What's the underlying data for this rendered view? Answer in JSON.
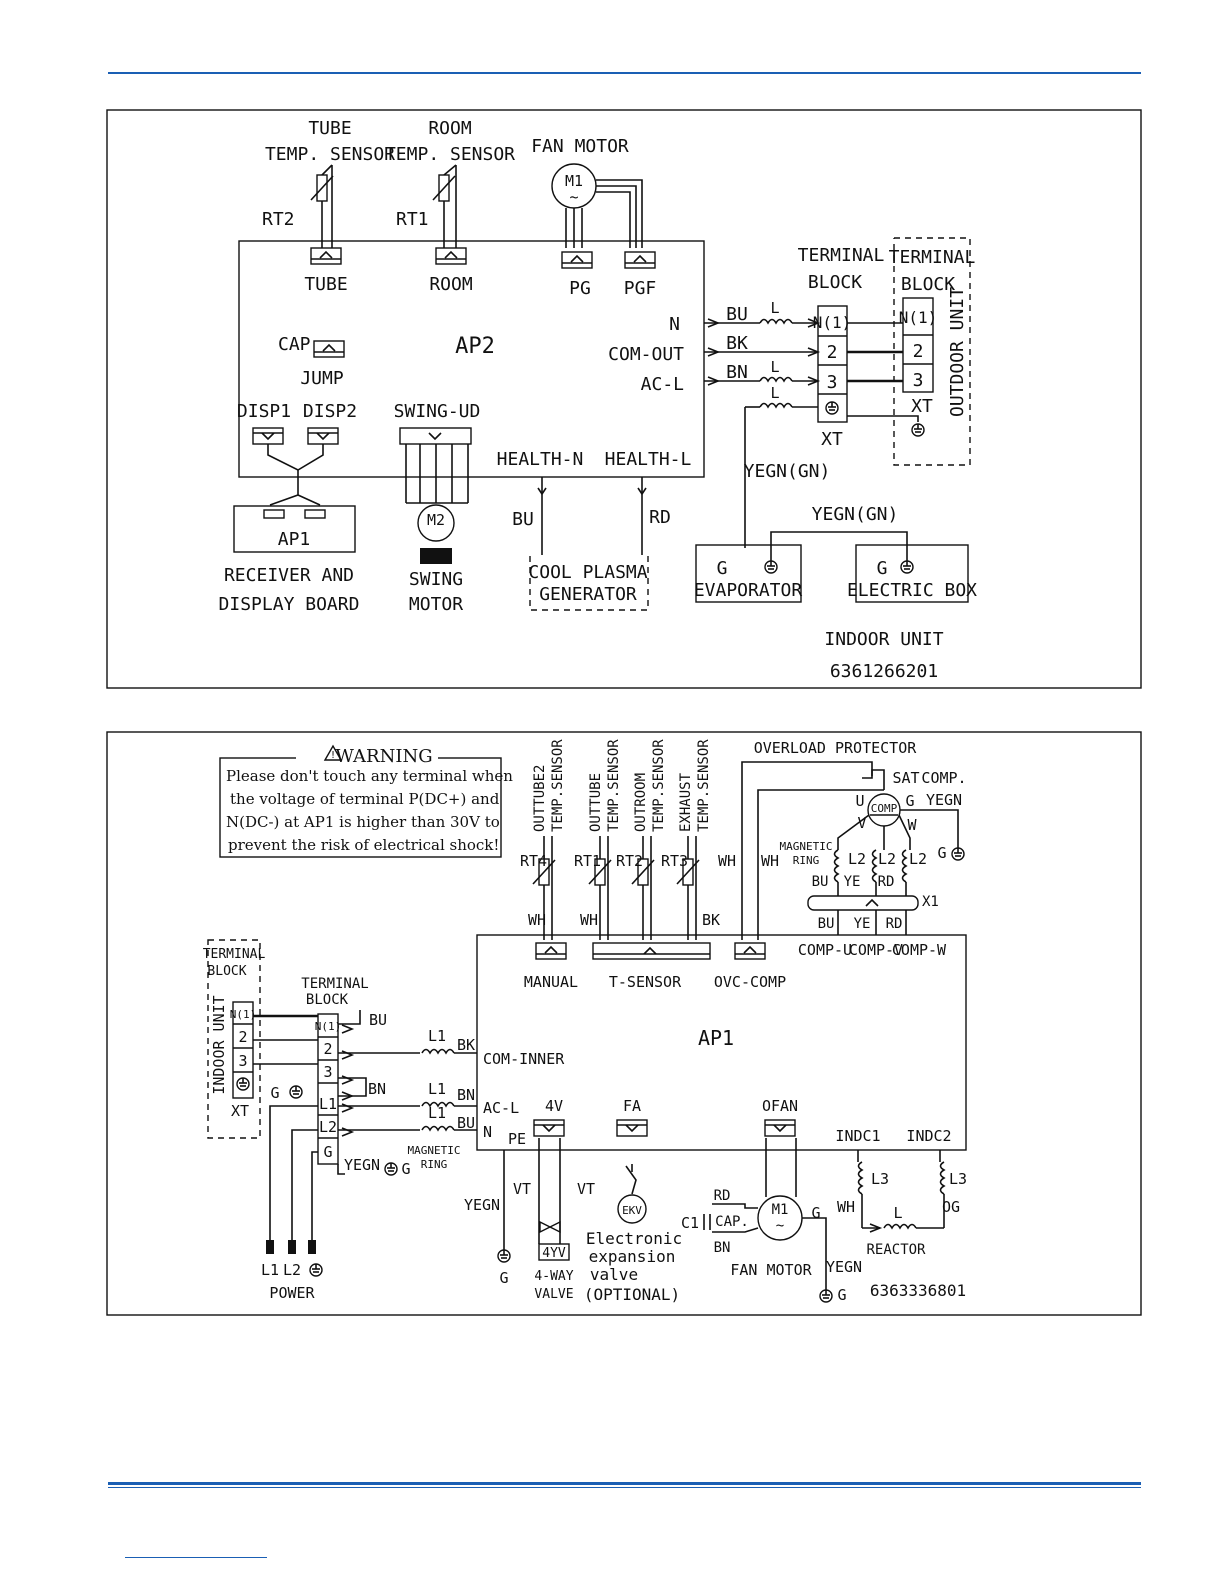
{
  "indoor": {
    "tube_sensor_title_1": "TUBE",
    "tube_sensor_title_2": "TEMP. SENSOR",
    "room_sensor_title_1": "ROOM",
    "room_sensor_title_2": "TEMP. SENSOR",
    "fan_motor_title": "FAN MOTOR",
    "rt2": "RT2",
    "rt1": "RT1",
    "m1": "M1",
    "tilde": "~",
    "tube": "TUBE",
    "room": "ROOM",
    "pg": "PG",
    "pgf": "PGF",
    "cap": "CAP",
    "jump": "JUMP",
    "ap2": "AP2",
    "n": "N",
    "com_out": "COM-OUT",
    "ac_l": "AC-L",
    "disp1": "DISP1",
    "disp2": "DISP2",
    "swing_ud": "SWING-UD",
    "health_n": "HEALTH-N",
    "health_l": "HEALTH-L",
    "ap1": "AP1",
    "receiver_1": "RECEIVER AND",
    "receiver_2": "DISPLAY BOARD",
    "m2": "M2",
    "swing_1": "SWING",
    "swing_2": "MOTOR",
    "bu": "BU",
    "rd": "RD",
    "plasma_1": "COOL PLASMA",
    "plasma_2": "GENERATOR",
    "wire_bu": "BU",
    "wire_bk": "BK",
    "wire_bn": "BN",
    "l": "L",
    "tb_title_1": "TERMINAL",
    "tb_title_2": "BLOCK",
    "tb_n1": "N(1)",
    "tb_2": "2",
    "tb_3": "3",
    "xt": "XT",
    "out_tb_1": "TERMINAL",
    "out_tb_2": "BLOCK",
    "out_n1": "N(1)",
    "out_2": "2",
    "out_3": "3",
    "out_xt": "XT",
    "outdoor_unit": "OUTDOOR UNIT",
    "yegn1": "YEGN(GN)",
    "yegn2": "YEGN(GN)",
    "g_evap": "G",
    "evaporator": "EVAPORATOR",
    "g_ebox": "G",
    "electric_box": "ELECTRIC BOX",
    "indoor_unit": "INDOOR UNIT",
    "code": "6361266201"
  },
  "outdoor": {
    "warning_title": "WARNING",
    "warning_lines": [
      "Please don't touch any terminal when",
      "the voltage of terminal P(DC+) and",
      "N(DC-) at AP1 is higher than 30V to",
      "prevent the risk of electrical shock!"
    ],
    "sensors": [
      "OUTTUBE2 TEMP.SENSOR",
      "OUTTUBE TEMP.SENSOR",
      "OUTROOM TEMP.SENSOR",
      "EXHAUST TEMP.SENSOR"
    ],
    "s1a": "OUTTUBE2",
    "s1b": "TEMP.SENSOR",
    "s2a": "OUTTUBE",
    "s2b": "TEMP.SENSOR",
    "s3a": "OUTROOM",
    "s3b": "TEMP.SENSOR",
    "s4a": "EXHAUST",
    "s4b": "TEMP.SENSOR",
    "rt4": "RT4",
    "rt1": "RT1",
    "rt2": "RT2",
    "rt3": "RT3",
    "wh1": "WH",
    "wh2": "WH",
    "bk": "BK",
    "wh3": "WH",
    "wh4": "WH",
    "overload": "OVERLOAD PROTECTOR",
    "sat": "SAT",
    "comp_1": "COMP.",
    "comp_2": "YEGN",
    "u": "U",
    "v": "V",
    "w": "W",
    "g": "G",
    "comp": "COMP",
    "mag_1": "MAGNETIC",
    "mag_2": "RING",
    "l2a": "L2",
    "l2b": "L2",
    "l2c": "L2",
    "bu": "BU",
    "ye": "YE",
    "rd": "RD",
    "x1": "X1",
    "bu2": "BU",
    "ye2": "YE",
    "rd2": "RD",
    "comp_u": "COMP-U",
    "comp_v": "COMP-V",
    "comp_w": "COMP-W",
    "g_ground": "G",
    "manual": "MANUAL",
    "t_sensor": "T-SENSOR",
    "ovc_comp": "OVC-COMP",
    "ap1": "AP1",
    "in_tb_1": "TERMINAL",
    "in_tb_2": "BLOCK",
    "indoor_unit": "INDOOR UNIT",
    "in_n1": "N(1)",
    "in_2": "2",
    "in_3": "3",
    "in_xt": "XT",
    "tb_1": "TERMINAL",
    "tb_2": "BLOCK",
    "t_n1": "N(1)",
    "t_2": "2",
    "t_3": "3",
    "t_l1": "L1",
    "t_l2": "L2",
    "t_g": "G",
    "g_gnd": "G",
    "w_bu": "BU",
    "w_bn": "BN",
    "l1a": "L1",
    "l1b": "L1",
    "l1c": "L1",
    "w_bk": "BK",
    "w_bn2": "BN",
    "w_bu2": "BU",
    "com_inner": "COM-INNER",
    "ac_l": "AC-L",
    "n": "N",
    "pe": "PE",
    "mag_ring_1": "MAGNETIC",
    "mag_ring_2": "RING",
    "yegn": "YEGN",
    "g2": "G",
    "power_l1": "L1",
    "power_l2": "L2",
    "power": "POWER",
    "yegn2": "YEGN",
    "g3": "G",
    "fv": "4V",
    "vt1": "VT",
    "vt2": "VT",
    "fyv": "4YV",
    "valve_1": "4-WAY",
    "valve_2": "VALVE",
    "fa": "FA",
    "ekv": "EKV",
    "ekv_1": "Electronic",
    "ekv_2": "expansion",
    "ekv_3": "valve",
    "ekv_4": "(OPTIONAL)",
    "ofan": "OFAN",
    "rd3": "RD",
    "c1": "C1",
    "cap": "CAP.",
    "bn3": "BN",
    "m1": "M1",
    "g4": "G",
    "fan_motor": "FAN MOTOR",
    "yegn3": "YEGN",
    "g5": "G",
    "indc1": "INDC1",
    "indc2": "INDC2",
    "l3a": "L3",
    "l3b": "L3",
    "wh5": "WH",
    "og": "OG",
    "l_react": "L",
    "reactor": "REACTOR",
    "code": "6363336801"
  }
}
